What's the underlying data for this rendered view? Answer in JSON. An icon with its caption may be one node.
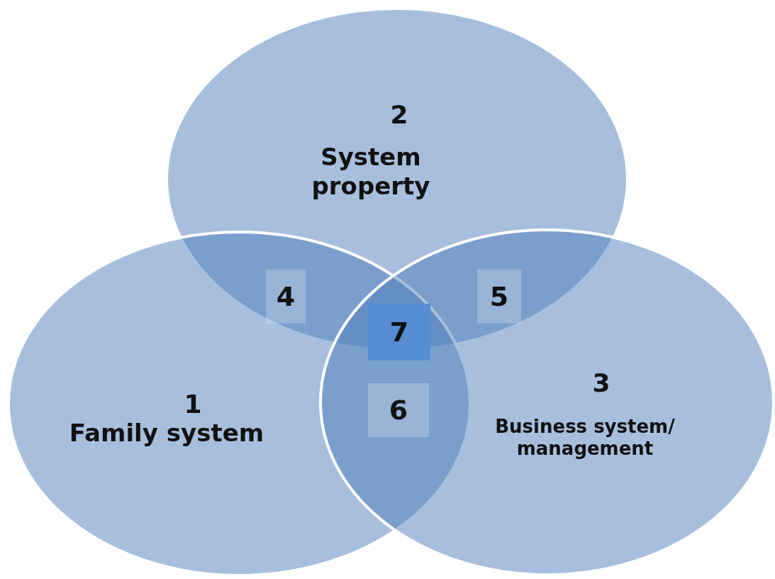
{
  "diagram": {
    "nodes": [
      {
        "text": [
          "2",
          "System property"
        ]
      },
      {
        "text": [
          "4"
        ]
      },
      {
        "text": [
          "5"
        ]
      },
      {
        "text": [
          "7"
        ]
      },
      {
        "text": [
          "1",
          "Family system"
        ]
      },
      {
        "text": [
          "6"
        ]
      },
      {
        "text": [
          "3",
          "Business system/ management"
        ]
      }
    ],
    "edges": []
  }
}
